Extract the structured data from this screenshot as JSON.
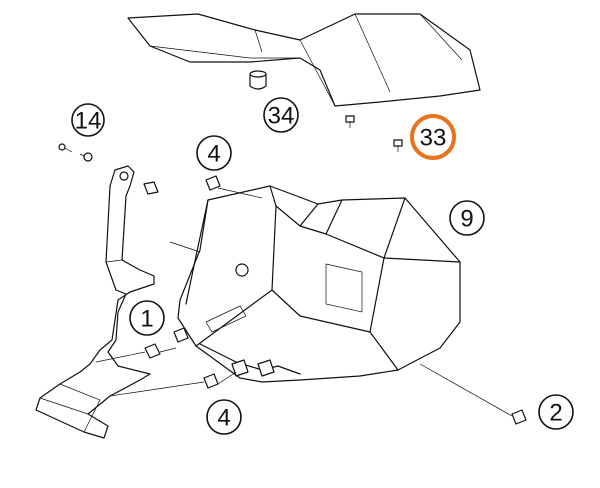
{
  "highlight_color": "#e8731c",
  "callouts": [
    {
      "label": "14"
    },
    {
      "label": "34"
    },
    {
      "label": "33",
      "highlighted": true
    },
    {
      "label": "4"
    },
    {
      "label": "9"
    },
    {
      "label": "1"
    },
    {
      "label": "4"
    },
    {
      "label": "2"
    }
  ]
}
